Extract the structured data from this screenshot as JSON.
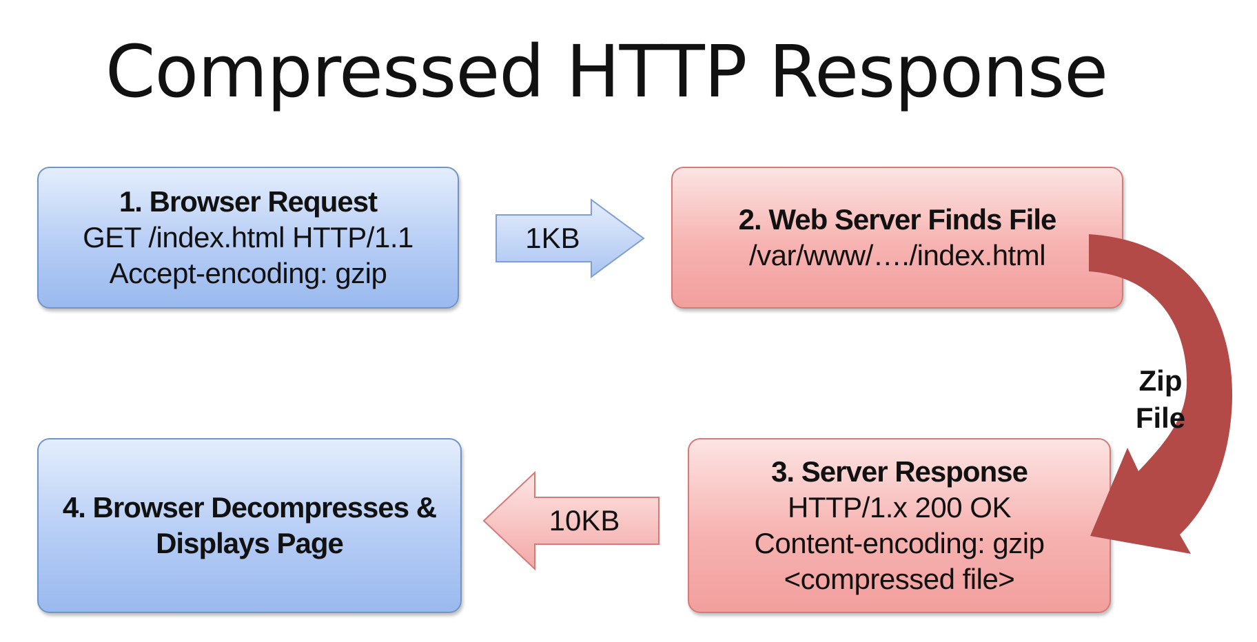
{
  "title": "Compressed HTTP Response",
  "steps": [
    {
      "heading": "1. Browser Request",
      "lines": [
        "GET /index.html HTTP/1.1",
        "Accept-encoding: gzip"
      ]
    },
    {
      "heading": "2. Web Server Finds File",
      "lines": [
        "/var/www/…./index.html"
      ]
    },
    {
      "heading": "3. Server Response",
      "lines": [
        "HTTP/1.x 200 OK",
        "Content-encoding: gzip",
        "<compressed file>"
      ]
    },
    {
      "heading": "4. Browser Decompresses & Displays Page",
      "lines": []
    }
  ],
  "arrows": {
    "request_size": "1KB",
    "response_size": "10KB",
    "zip_line1": "Zip",
    "zip_line2": "File"
  },
  "colors": {
    "blue_box": "#b6cdf5",
    "red_box": "#f6b3b1",
    "curved_arrow": "#b34a48"
  }
}
